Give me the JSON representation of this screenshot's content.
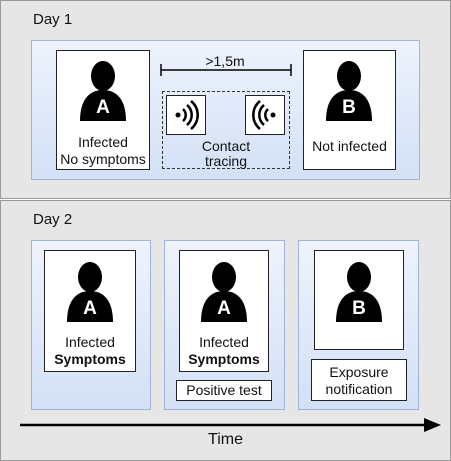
{
  "day1": {
    "title": "Day 1",
    "person_a": {
      "letter": "A",
      "line1": "Infected",
      "line2": "No symptoms"
    },
    "distance": ">1,5m",
    "contact": {
      "line1": "Contact",
      "line2": "tracing"
    },
    "person_b": {
      "letter": "B",
      "status": "Not infected"
    }
  },
  "day2": {
    "title": "Day 2",
    "card1": {
      "letter": "A",
      "line1": "Infected",
      "line2": "Symptoms"
    },
    "card2": {
      "letter": "A",
      "line1": "Infected",
      "line2": "Symptoms",
      "badge": "Positive test"
    },
    "card3": {
      "letter": "B",
      "badge_line1": "Exposure",
      "badge_line2": "notification"
    }
  },
  "timeline": {
    "label": "Time"
  }
}
